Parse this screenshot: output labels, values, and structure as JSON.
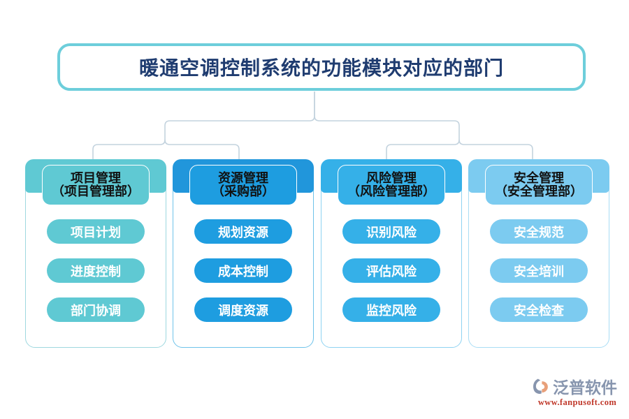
{
  "title": {
    "text": "暖通空调控制系统的功能模块对应的部门",
    "text_color": "#1F3C70",
    "border_color": "#6DCEDB"
  },
  "connector_color": "#C3D3DE",
  "columns": [
    {
      "id": "project-management",
      "header_line1": "项目管理",
      "header_line2": "（项目管理部）",
      "color": "#5FC9D3",
      "band_color": "#5FC9D3",
      "border_color": "#9ED8DF",
      "items": [
        "项目计划",
        "进度控制",
        "部门协调"
      ]
    },
    {
      "id": "resource-management",
      "header_line1": "资源管理",
      "header_line2": "（采购部）",
      "color": "#1E9DE0",
      "band_color": "#2196DB",
      "border_color": "#6FC3EA",
      "items": [
        "规划资源",
        "成本控制",
        "调度资源"
      ]
    },
    {
      "id": "risk-management",
      "header_line1": "风险管理",
      "header_line2": "（风险管理部）",
      "color": "#35B0E8",
      "band_color": "#35B0E8",
      "border_color": "#8FD3F2",
      "items": [
        "识别风险",
        "评估风险",
        "监控风险"
      ]
    },
    {
      "id": "safety-management",
      "header_line1": "安全管理",
      "header_line2": "（安全管理部）",
      "color": "#7CCBF0",
      "band_color": "#7CCBF0",
      "border_color": "#A9DDF5",
      "items": [
        "安全规范",
        "安全培训",
        "安全检查"
      ]
    }
  ],
  "logo": {
    "name": "泛普软件",
    "url": "www.fanpusoft.com",
    "name_color": "#8795AE",
    "url_color": "#C0392B",
    "mark_color_a": "#8795AE",
    "mark_color_b": "#E8A07A"
  }
}
